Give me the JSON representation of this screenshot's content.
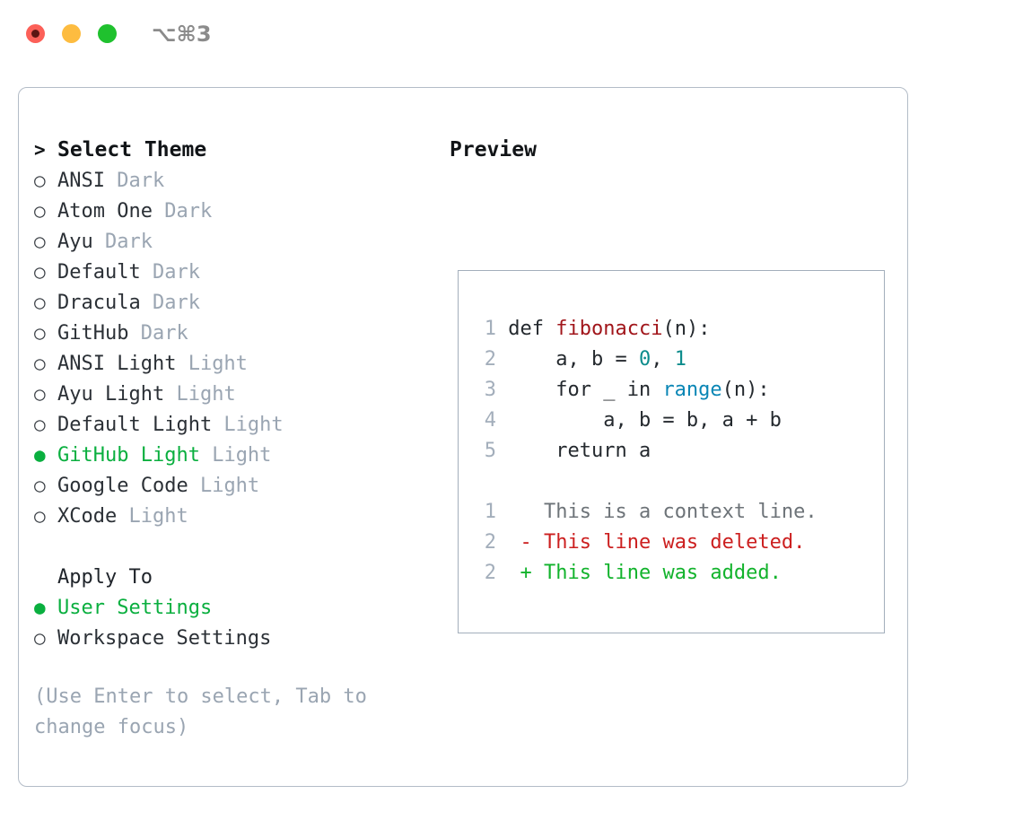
{
  "titlebar": {
    "shortcut": "⌥⌘3",
    "buttons": {
      "close": "close-window",
      "minimize": "minimize-window",
      "maximize": "maximize-window"
    }
  },
  "theme_selector": {
    "heading_marker": ">",
    "heading": "Select Theme",
    "items": [
      {
        "marker": "○",
        "label": "ANSI",
        "variant": "Dark",
        "selected": false
      },
      {
        "marker": "○",
        "label": "Atom One",
        "variant": "Dark",
        "selected": false
      },
      {
        "marker": "○",
        "label": "Ayu",
        "variant": "Dark",
        "selected": false
      },
      {
        "marker": "○",
        "label": "Default",
        "variant": "Dark",
        "selected": false
      },
      {
        "marker": "○",
        "label": "Dracula",
        "variant": "Dark",
        "selected": false
      },
      {
        "marker": "○",
        "label": "GitHub",
        "variant": "Dark",
        "selected": false
      },
      {
        "marker": "○",
        "label": "ANSI Light",
        "variant": "Light",
        "selected": false
      },
      {
        "marker": "○",
        "label": "Ayu Light",
        "variant": "Light",
        "selected": false
      },
      {
        "marker": "○",
        "label": "Default Light",
        "variant": "Light",
        "selected": false
      },
      {
        "marker": "●",
        "label": "GitHub Light",
        "variant": "Light",
        "selected": true
      },
      {
        "marker": "○",
        "label": "Google Code",
        "variant": "Light",
        "selected": false
      },
      {
        "marker": "○",
        "label": "XCode",
        "variant": "Light",
        "selected": false
      }
    ]
  },
  "apply_to": {
    "title": "Apply To",
    "options": [
      {
        "marker": "●",
        "label": "User Settings",
        "selected": true
      },
      {
        "marker": "○",
        "label": "Workspace Settings",
        "selected": false
      }
    ]
  },
  "hint": "(Use Enter to select, Tab to change focus)",
  "preview": {
    "title": "Preview",
    "code_lines": [
      {
        "n": "1",
        "segments": [
          {
            "t": "def ",
            "c": "code-text"
          },
          {
            "t": "fibonacci",
            "c": "tok-fn"
          },
          {
            "t": "(n):",
            "c": "code-text"
          }
        ]
      },
      {
        "n": "2",
        "segments": [
          {
            "t": "    a, b = ",
            "c": "code-text"
          },
          {
            "t": "0",
            "c": "tok-num"
          },
          {
            "t": ", ",
            "c": "code-text"
          },
          {
            "t": "1",
            "c": "tok-num"
          }
        ]
      },
      {
        "n": "3",
        "segments": [
          {
            "t": "    for _ in ",
            "c": "code-text"
          },
          {
            "t": "range",
            "c": "tok-call"
          },
          {
            "t": "(n):",
            "c": "code-text"
          }
        ]
      },
      {
        "n": "4",
        "segments": [
          {
            "t": "        a, b = b, a + b",
            "c": "code-text"
          }
        ]
      },
      {
        "n": "5",
        "segments": [
          {
            "t": "    return a",
            "c": "code-text"
          }
        ]
      }
    ],
    "diff_lines": [
      {
        "n": "1",
        "sign": " ",
        "text": " This is a context line.",
        "c": "diff-ctx"
      },
      {
        "n": "2",
        "sign": "-",
        "text": " This line was deleted.",
        "c": "diff-del"
      },
      {
        "n": "2",
        "sign": "+",
        "text": " This line was added.",
        "c": "diff-add"
      }
    ]
  },
  "colors": {
    "accent_green": "#0aaf3f",
    "muted_gray": "#9aa5b2",
    "border": "#b3bcc7",
    "preview_border": "#a3aebb",
    "fn_red": "#a1161b",
    "num_teal": "#0d8c8c",
    "call_blue": "#0a86b5",
    "diff_delete": "#cc1f1f",
    "diff_add": "#12b32c",
    "traffic_red": "#fc6058",
    "traffic_yellow": "#fdbc40",
    "traffic_green": "#1fc12e"
  }
}
